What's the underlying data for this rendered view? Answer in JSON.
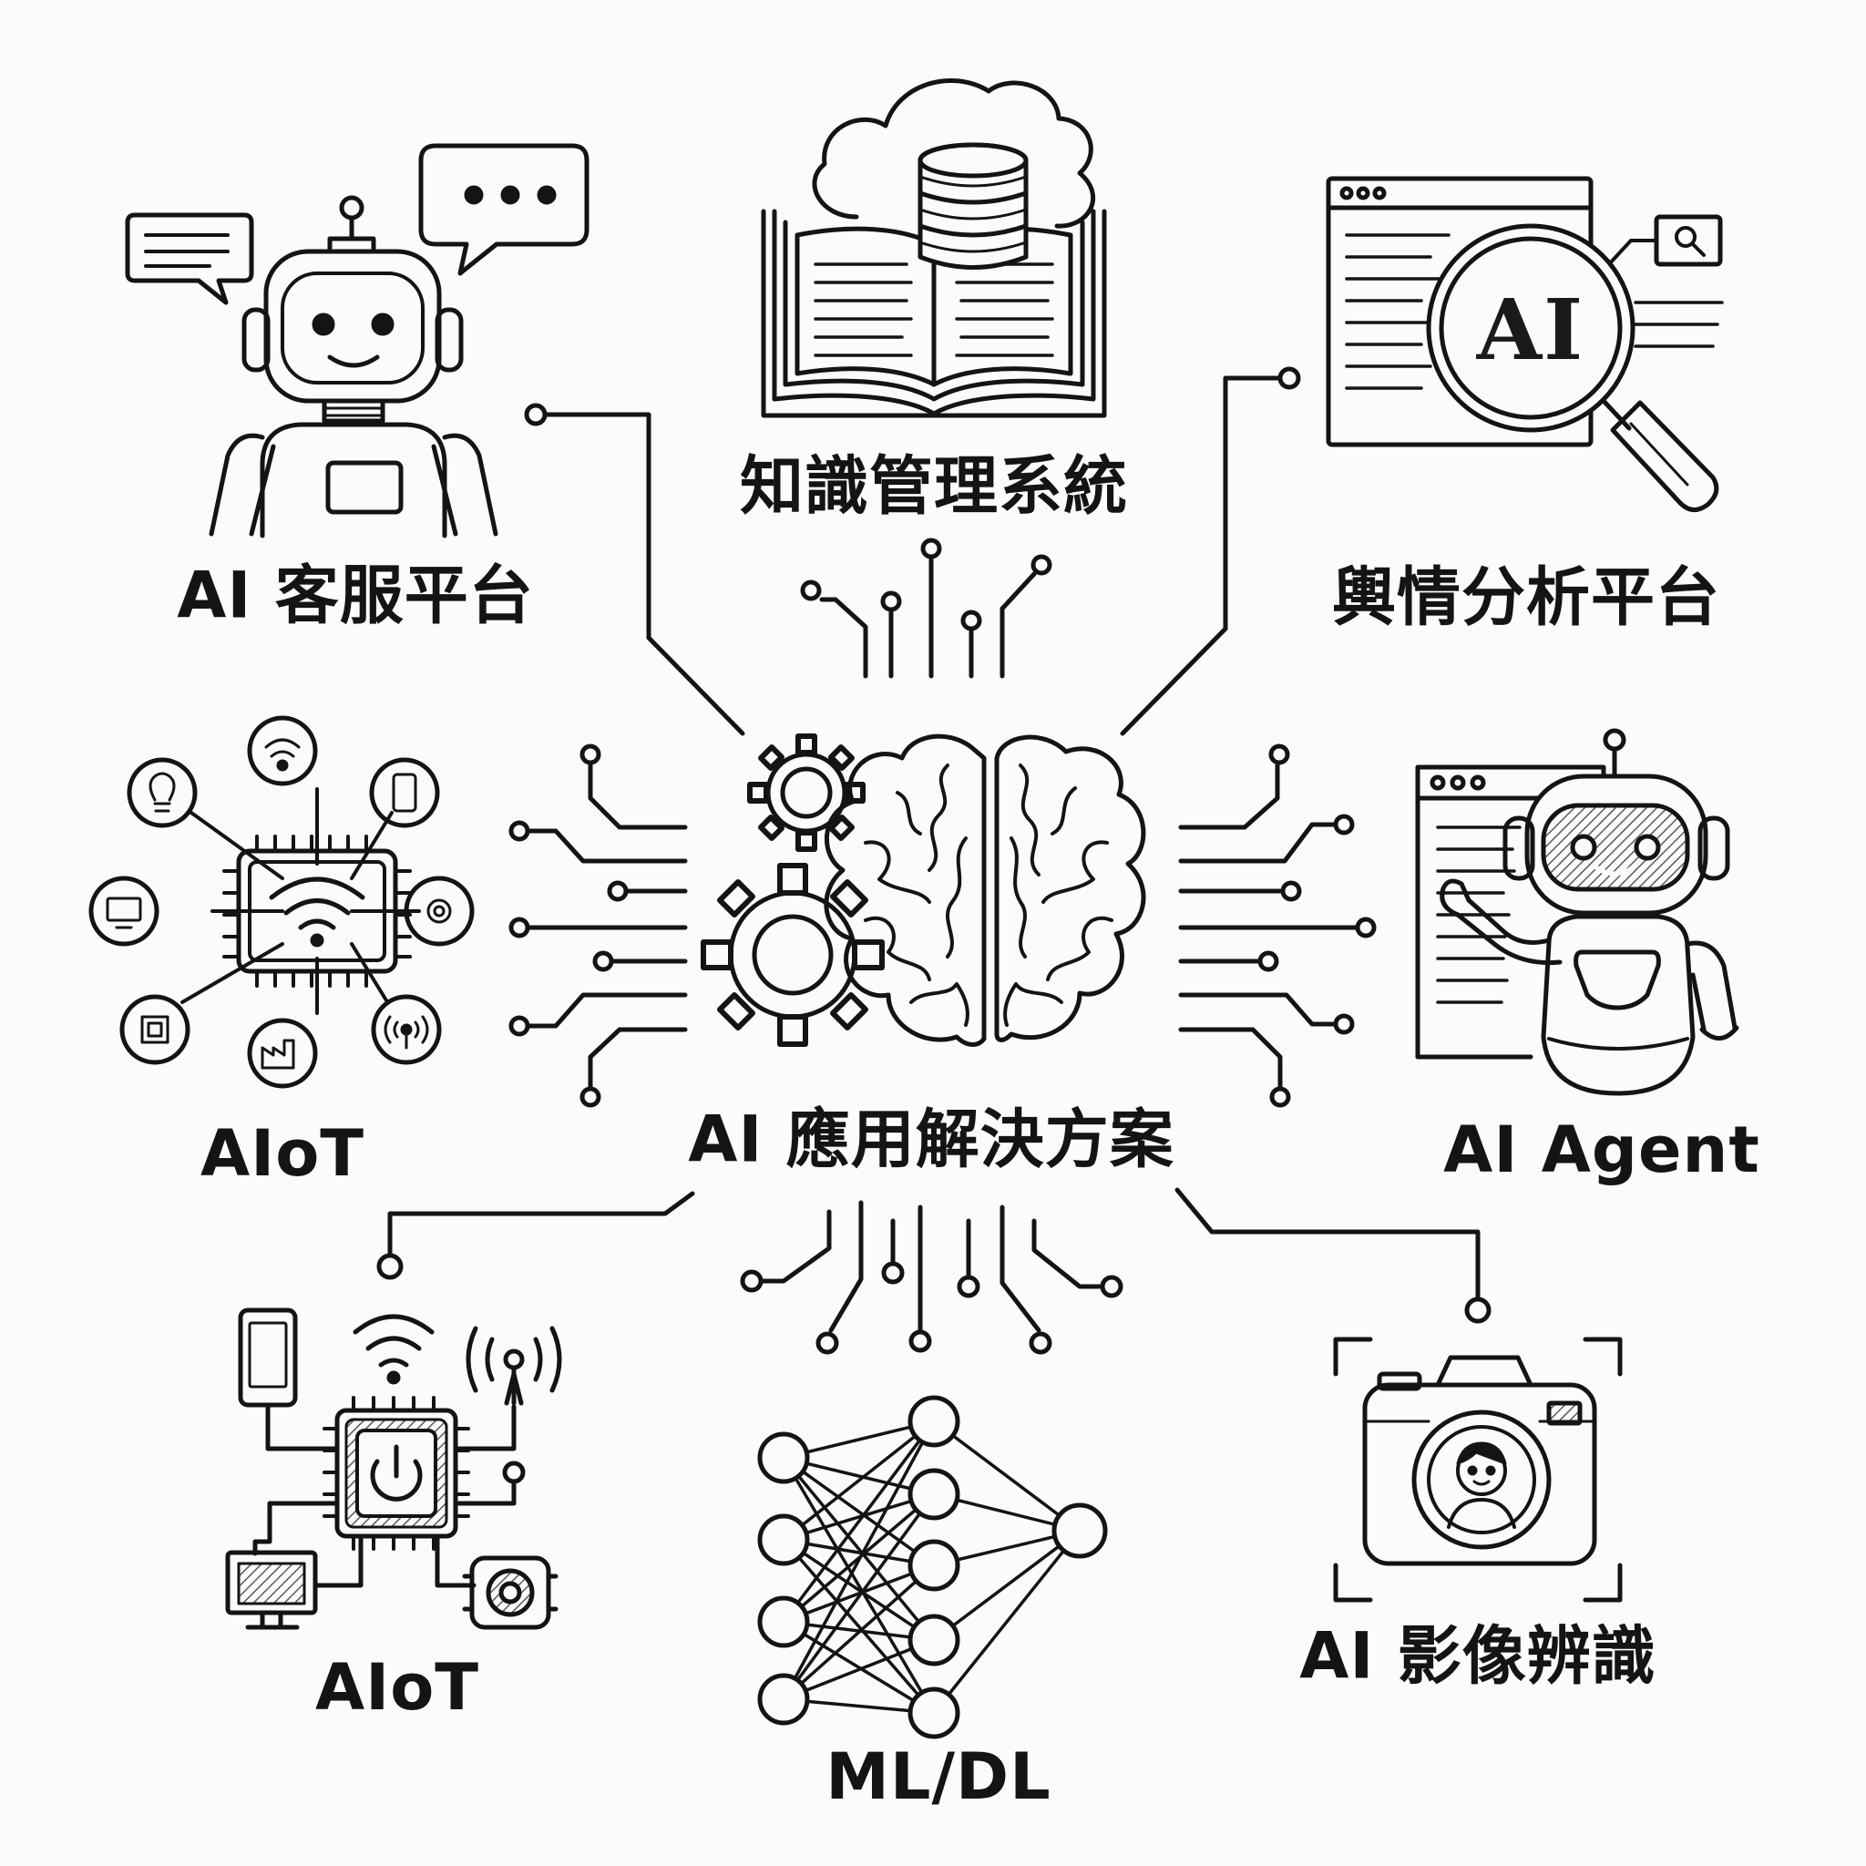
{
  "center": {
    "label": "AI 應用解決方案"
  },
  "nodes": {
    "customer_service": {
      "label": "AI 客服平台",
      "icon": "chatbot-robot-icon"
    },
    "knowledge": {
      "label": "知識管理系統",
      "icon": "book-cloud-database-icon"
    },
    "sentiment": {
      "label": "輿情分析平台",
      "icon": "magnifier-browser-icon",
      "badge": "AI"
    },
    "aiot_top": {
      "label": "AIoT",
      "icon": "iot-chip-network-icon"
    },
    "agent": {
      "label": "AI Agent",
      "icon": "agent-robot-icon"
    },
    "aiot_bottom": {
      "label": "AIoT",
      "icon": "power-chip-devices-icon"
    },
    "ml": {
      "label": "ML/DL",
      "icon": "neural-network-icon"
    },
    "vision": {
      "label": "AI 影像辨識",
      "icon": "camera-face-icon"
    }
  },
  "center_icon": "brain-gears-icon",
  "colors": {
    "ink": "#141414",
    "background": "#fbfbfa",
    "hatch": "#8a8a8a"
  }
}
